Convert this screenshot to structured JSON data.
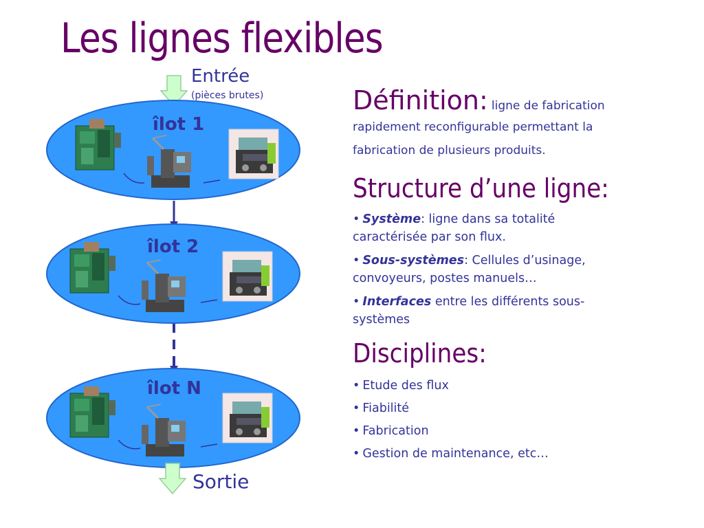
{
  "title": "Les lignes flexibles",
  "diagram": {
    "entry": "Entrée",
    "entry_sub": "(pièces brutes)",
    "exit": "Sortie",
    "ilots": [
      "îlot 1",
      "îlot 2",
      "îlot N"
    ]
  },
  "definition": {
    "heading": "Définition:",
    "text_line1": "ligne de fabrication",
    "text_line2": "rapidement reconfigurable permettant la",
    "text_line3": "fabrication de plusieurs produits."
  },
  "structure": {
    "heading": "Structure d’une ligne:",
    "items": [
      {
        "term": "Système",
        "line1": ": ligne dans sa totalité",
        "line2": "caractérisée par son flux."
      },
      {
        "term": "Sous-systèmes",
        "line1": ": Cellules d’usinage,",
        "line2": "convoyeurs, postes manuels…"
      },
      {
        "term": "Interfaces",
        "line1": " entre les différents sous-",
        "line2": "systèmes"
      }
    ]
  },
  "disciplines": {
    "heading": "Disciplines:",
    "items": [
      "Etude des flux",
      "Fiabilité",
      "Fabrication",
      "Gestion de maintenance, etc…"
    ]
  },
  "colors": {
    "title": "#660066",
    "text": "#333399",
    "ellipse_fill": "#3399ff",
    "arrow_green_fill": "#ccffcc",
    "connector": "#333399"
  }
}
